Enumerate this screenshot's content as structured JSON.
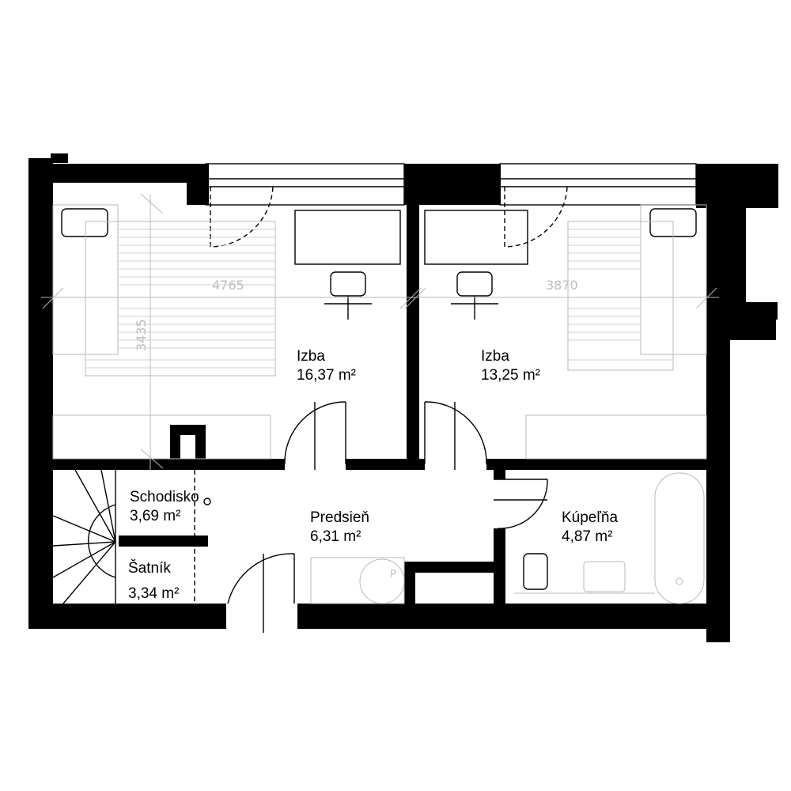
{
  "dimensions": {
    "left_room_width": "4765",
    "right_room_width": "3870",
    "left_room_depth": "3435"
  },
  "rooms": [
    {
      "id": "izba-left",
      "name": "Izba",
      "area": "16,37 m²"
    },
    {
      "id": "izba-right",
      "name": "Izba",
      "area": "13,25 m²"
    },
    {
      "id": "schodisko",
      "name": "Schodisko",
      "area": "3,69 m²"
    },
    {
      "id": "predsien",
      "name": "Predsieň",
      "area": "6,31 m²"
    },
    {
      "id": "kupelna",
      "name": "Kúpeľňa",
      "area": "4,87 m²"
    },
    {
      "id": "satnik",
      "name": "Šatník",
      "area": "3,34 m²"
    }
  ],
  "fixtures": {
    "boiler_mark": "P"
  }
}
